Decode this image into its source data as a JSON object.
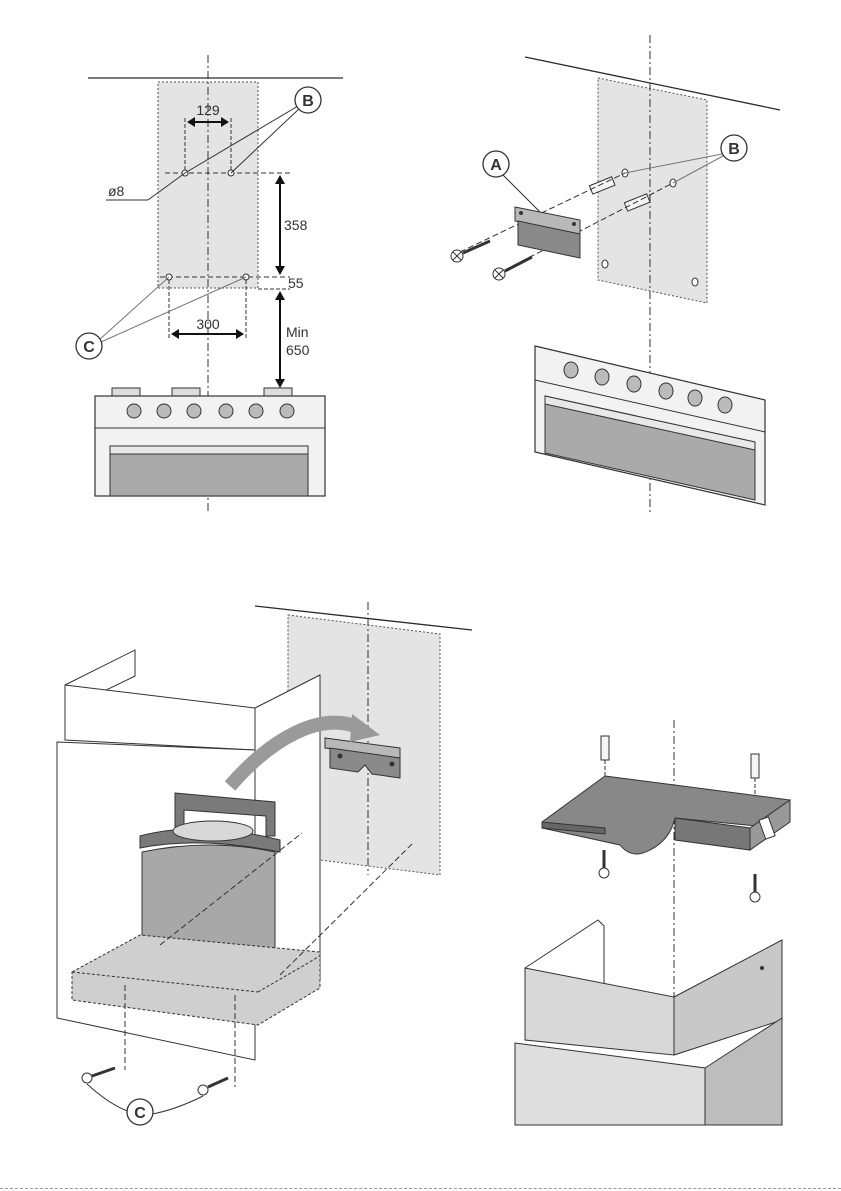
{
  "panel1": {
    "callout_B": "B",
    "callout_C": "C",
    "dim_129": "129",
    "dim_hole": "ø8",
    "dim_358": "358",
    "dim_55": "55",
    "dim_300": "300",
    "dim_min": "Min",
    "dim_650": "650"
  },
  "panel2": {
    "callout_A": "A",
    "callout_B": "B"
  },
  "panel3": {
    "callout_C": "C"
  },
  "colors": {
    "line": "#2a2a2a",
    "wall_shade": "#e4e4e4",
    "hood_shade": "#cfcfcf",
    "metal_dark": "#7a7a7a",
    "metal_mid": "#9a9a9a"
  }
}
